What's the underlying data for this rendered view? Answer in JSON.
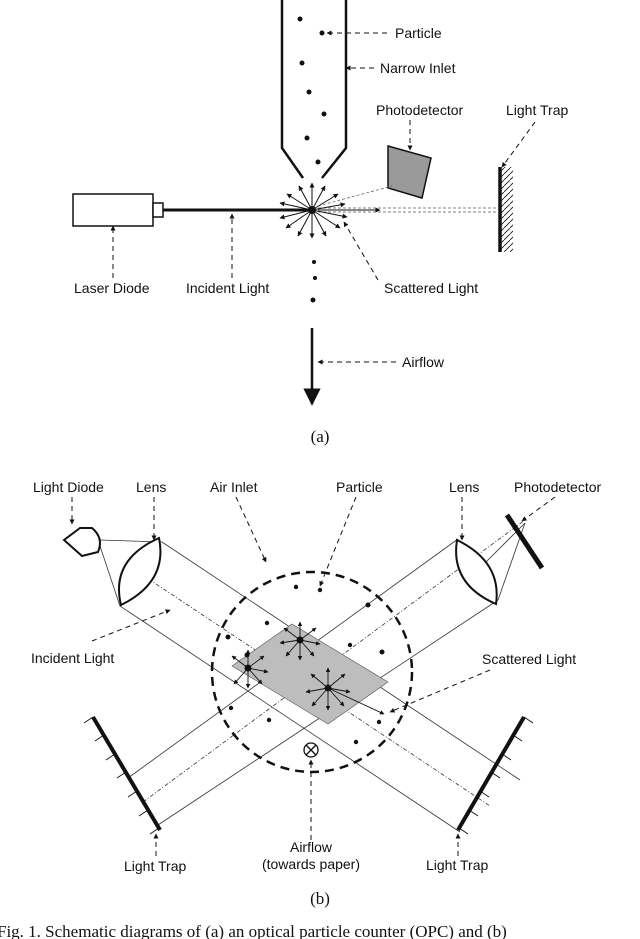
{
  "diagram_a": {
    "particle": "Particle",
    "narrow_inlet": "Narrow Inlet",
    "photodetector": "Photodetector",
    "light_trap": "Light Trap",
    "laser_diode": "Laser Diode",
    "incident_light": "Incident Light",
    "scattered_light": "Scattered Light",
    "airflow": "Airflow",
    "sublabel": "(a)"
  },
  "diagram_b": {
    "light_diode": "Light Diode",
    "lens_left": "Lens",
    "air_inlet": "Air Inlet",
    "particle": "Particle",
    "lens_right": "Lens",
    "photodetector": "Photodetector",
    "incident_light": "Incident Light",
    "scattered_light": "Scattered Light",
    "airflow_line1": "Airflow",
    "airflow_line2": "(towards paper)",
    "light_trap_left": "Light Trap",
    "light_trap_right": "Light Trap",
    "sublabel": "(b)"
  },
  "caption": "Fig. 1.  Schematic diagrams of (a) an optical particle counter (OPC) and (b)"
}
